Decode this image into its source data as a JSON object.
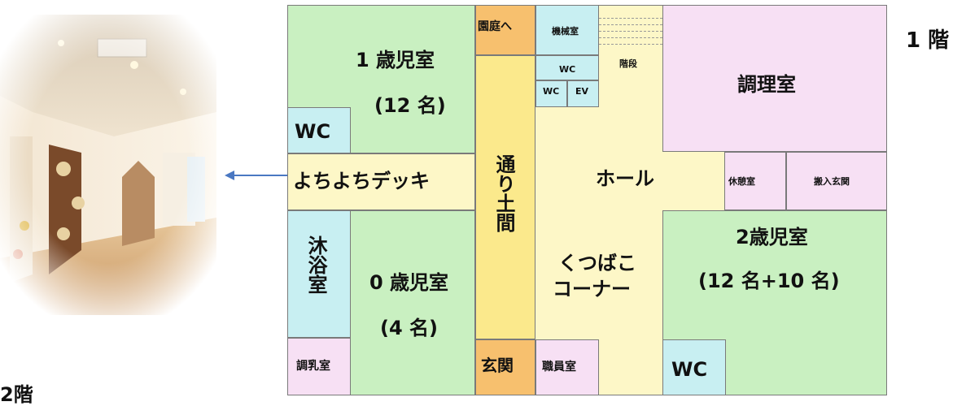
{
  "floor_label": "1 階",
  "floor2_label": "2階",
  "rooms": {
    "age1": {
      "name": "1 歳児室",
      "capacity": "(12 名)"
    },
    "age0": {
      "name": "0 歳児室",
      "capacity": "(4 名)"
    },
    "age2": {
      "name": "2歳児室",
      "capacity": "(12 名+10 名)"
    },
    "garden": "園庭へ",
    "machine": "機械室",
    "wc": "WC",
    "ev": "EV",
    "stairs": "階段",
    "kitchen": "調理室",
    "deck": "よちよちデッキ",
    "passage": "通り土間",
    "hall": "ホール",
    "rest": "休憩室",
    "delivery": "搬入玄関",
    "bath": "沐浴室",
    "shoes": [
      "くつばこ",
      "コーナー"
    ],
    "milk": "調乳室",
    "entrance": "玄関",
    "staff": "職員室"
  },
  "colors": {
    "room_green": "#c9f0c1",
    "wc_cyan": "#c8eff2",
    "hall_yellow": "#fdf7c7",
    "passage_gold": "#fbe98c",
    "door_orange": "#f7c06e",
    "kitchen_pink": "#f7e0f4",
    "arrow_blue": "#4a78c2"
  }
}
